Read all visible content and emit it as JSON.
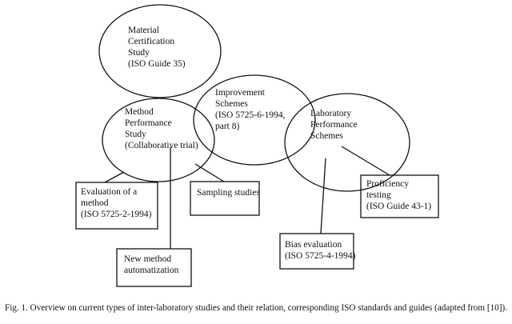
{
  "diagram": {
    "ellipses": {
      "material": [
        "Material",
        "Certification",
        "Study",
        "(ISO Guide 35)"
      ],
      "method": [
        "Method",
        "Performance",
        "Study",
        "(Collaborative trial)"
      ],
      "improvement": [
        "Improvement",
        "Schemes",
        "(ISO 5725-6-1994,",
        "part 8)"
      ],
      "laboratory": [
        "Laboratory",
        "Performance",
        "Schemes"
      ]
    },
    "boxes": {
      "evaluation": [
        "Evaluation of a",
        "method",
        "(ISO 5725-2-1994)"
      ],
      "sampling": [
        "Sampling studies"
      ],
      "new_method": [
        "New method",
        "automatization"
      ],
      "bias": [
        "Bias evaluation",
        "(ISO 5725-4-1994)"
      ],
      "proficiency": [
        "Proficiency",
        "testing",
        "(ISO Guide 43-1)"
      ]
    }
  },
  "caption": "Fig. 1. Overview on current types of inter-laboratory studies and their relation, corresponding ISO standards and guides (adapted from [10])."
}
